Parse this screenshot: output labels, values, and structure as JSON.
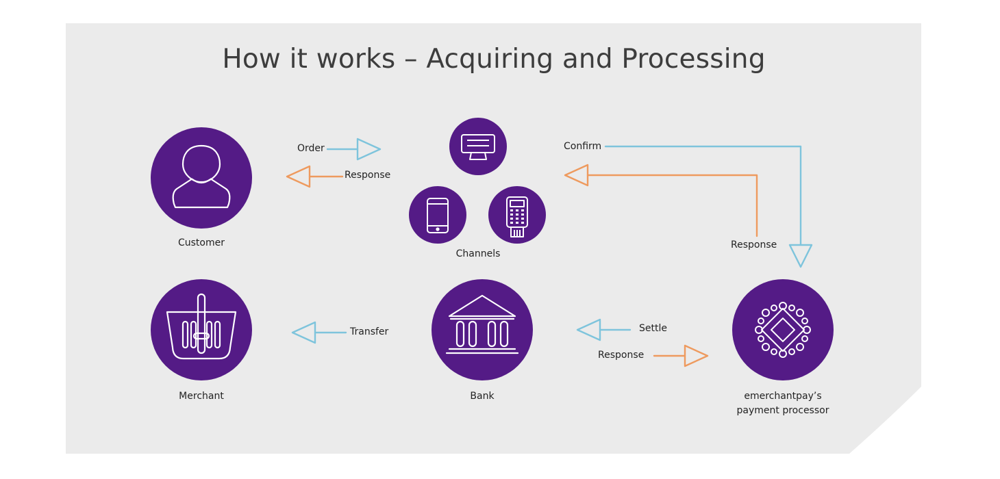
{
  "title": "How it works – Acquiring and Processing",
  "colors": {
    "panel": "#ebebeb",
    "node": "#541b86",
    "blue_arrow": "#7ec4dc",
    "orange_arrow": "#ee9a5e",
    "title_text": "#3d3d3d",
    "label_text": "#222222"
  },
  "nodes": {
    "customer": {
      "label": "Customer",
      "icon": "person-icon"
    },
    "channels": {
      "label": "Channels",
      "icons": [
        "desktop-terminal-icon",
        "mobile-phone-icon",
        "card-reader-icon"
      ]
    },
    "merchant": {
      "label": "Merchant",
      "icon": "shopping-basket-icon"
    },
    "bank": {
      "label": "Bank",
      "icon": "bank-building-icon"
    },
    "processor": {
      "label_line1": "emerchantpay’s",
      "label_line2": "payment processor",
      "icon": "processor-chip-icon"
    }
  },
  "flows": {
    "order": "Order",
    "response_customer": "Response",
    "confirm": "Confirm",
    "response_processor": "Response",
    "transfer": "Transfer",
    "settle": "Settle",
    "response_bank": "Response"
  }
}
